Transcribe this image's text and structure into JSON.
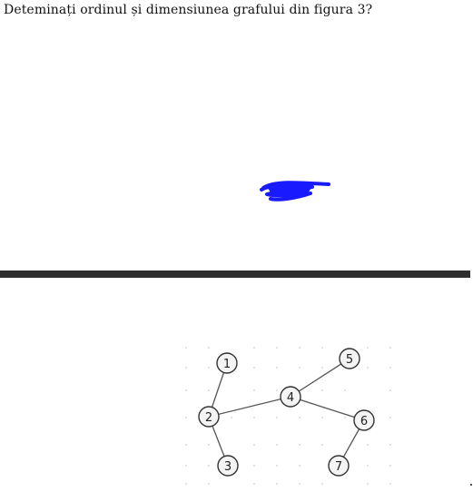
{
  "question": {
    "text": "Deteminați ordinul și dimensiunea grafului din figura 3?"
  },
  "annotation": {
    "color": "#1a1aff"
  },
  "divider": {
    "color": "#2f2f2f"
  },
  "graph": {
    "nodes": [
      "1",
      "2",
      "3",
      "4",
      "5",
      "6",
      "7"
    ],
    "edges": [
      [
        "1",
        "2"
      ],
      [
        "2",
        "3"
      ],
      [
        "2",
        "4"
      ],
      [
        "4",
        "5"
      ],
      [
        "4",
        "6"
      ],
      [
        "6",
        "7"
      ]
    ]
  }
}
